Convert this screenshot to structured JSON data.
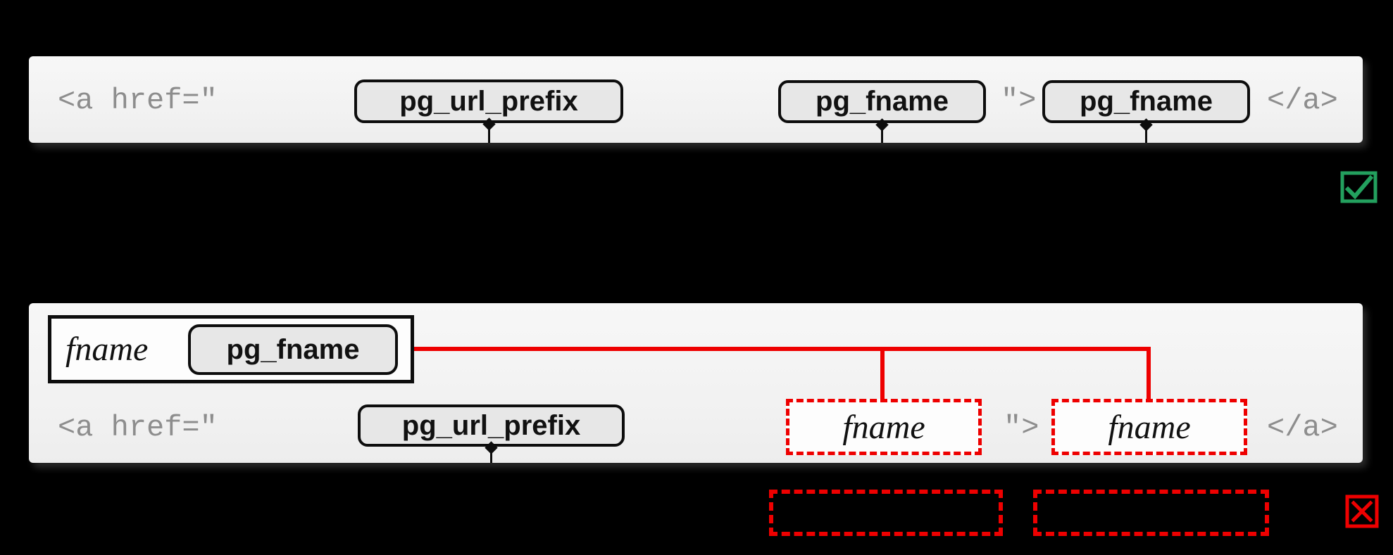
{
  "diagram": {
    "top_panel": {
      "code_open": "<a href=\"",
      "url_prefix_chip": "pg_url_prefix",
      "fname_chip_1": "pg_fname",
      "code_mid": "\">",
      "fname_chip_2": "pg_fname",
      "code_close": "</a>"
    },
    "bottom_panel": {
      "legend": {
        "variable": "fname",
        "maps_to_chip": "pg_fname"
      },
      "code_open": "<a href=\"",
      "url_prefix_chip": "pg_url_prefix",
      "fname_slot_1": "fname",
      "code_mid": "\">",
      "fname_slot_2": "fname",
      "code_close": "</a>"
    },
    "status_icons": {
      "correct_glyph": "✓",
      "incorrect_glyph": "✕"
    },
    "colors": {
      "background": "#000000",
      "panel_bg": "#f2f2f2",
      "chip_bg": "#e7e7e7",
      "chip_border": "#0d0d0d",
      "code_gray": "#8d8d8d",
      "highlight_red": "#ee0000",
      "check_green": "#23a05e"
    }
  }
}
